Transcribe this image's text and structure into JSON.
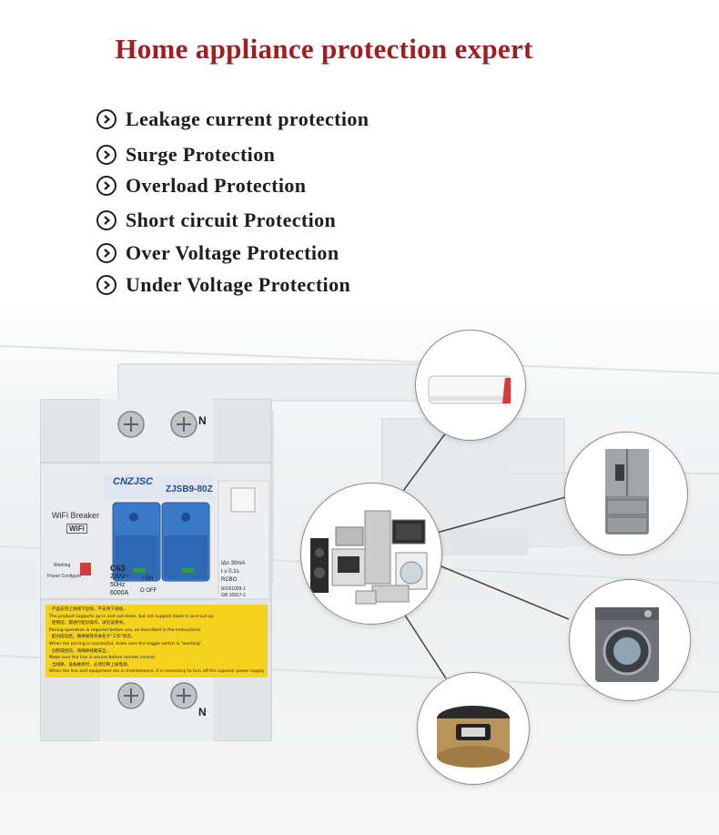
{
  "title": "Home appliance protection expert",
  "features": [
    "Leakage current protection",
    "Surge Protection",
    "Overload Protection",
    "Short circuit Protection",
    "Over Voltage Protection",
    "Under Voltage Protection"
  ],
  "breaker": {
    "brand": "CNZJSC",
    "model": "ZJSB9-80Z",
    "wifi_label": "WiFi Breaker",
    "wifi_badge": "WiFi",
    "rating": "C63",
    "voltage": "230V~",
    "frequency": "50Hz",
    "capacity": "6000A",
    "on_label": "I ON",
    "off_label": "O OFF",
    "leak_rating": "IΔn 30mA",
    "trip_time": "t ≤ 0.1s",
    "type": "RCBO",
    "standard_1": "IEC61009-1",
    "standard_2": "GB 16917-1",
    "terminal_n_top": "N",
    "terminal_n_bottom": "N",
    "working_label": "Working",
    "power_config_label": "Power Configure",
    "notice_lines": [
      "· 产品支持上进线下出线，不支持下进线。",
      "The product supports up-in and out-down, but not support down-in and out-up.",
      "· 使用前，需进行配对操作，详见说明书。",
      "Pairing operation is required before use, as described in the instructions.",
      "· 配对成功后，确保保持开关处于\"工作\"状态。",
      "When the pairing is successful, make sure the toggle switch is \"working\".",
      "· 远程操控前，请确保线路安全。",
      "Make sure the line is secure before remote control.",
      "· 当线路、设备维修时，必须切断上级电源。",
      "When the line and equipment are in maintenance, it is necessary to turn off the superior power supply."
    ]
  },
  "appliance_bubbles": [
    {
      "icon": "air-conditioner-icon"
    },
    {
      "icon": "refrigerator-icon"
    },
    {
      "icon": "appliance-group-icon"
    },
    {
      "icon": "washing-machine-icon"
    },
    {
      "icon": "rice-cooker-icon"
    }
  ],
  "colors": {
    "title": "#9c1f21",
    "text": "#1d1d1d",
    "breaker_body": "#e4e6ea",
    "toggle_blue": "#3b79c9",
    "notice_yellow": "#f4d21d"
  }
}
